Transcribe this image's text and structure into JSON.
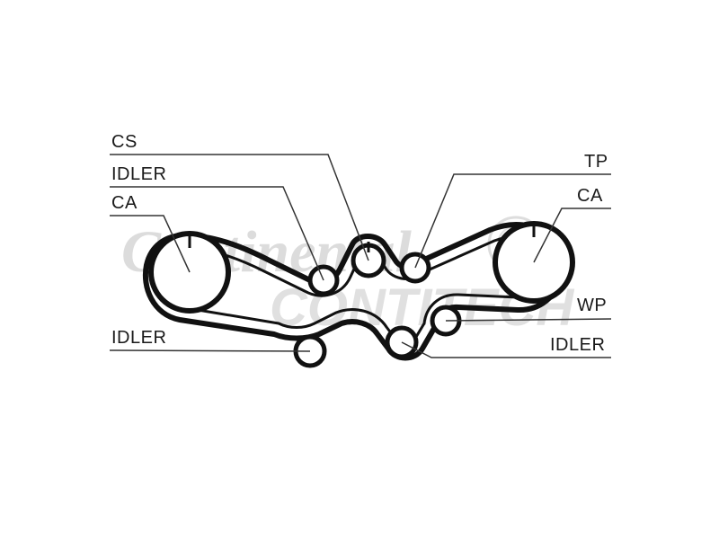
{
  "watermark": {
    "brand": "Continental",
    "product": "CONTITECH",
    "color": "#d9d9d9"
  },
  "labels": {
    "cs": "CS",
    "idler_top_left": "IDLER",
    "ca_left": "CA",
    "tp": "TP",
    "ca_right": "CA",
    "wp": "WP",
    "idler_bottom_left": "IDLER",
    "idler_bottom_right": "IDLER"
  },
  "colors": {
    "belt": "#111111",
    "leader": "#333333",
    "text": "#1a1a1a"
  }
}
